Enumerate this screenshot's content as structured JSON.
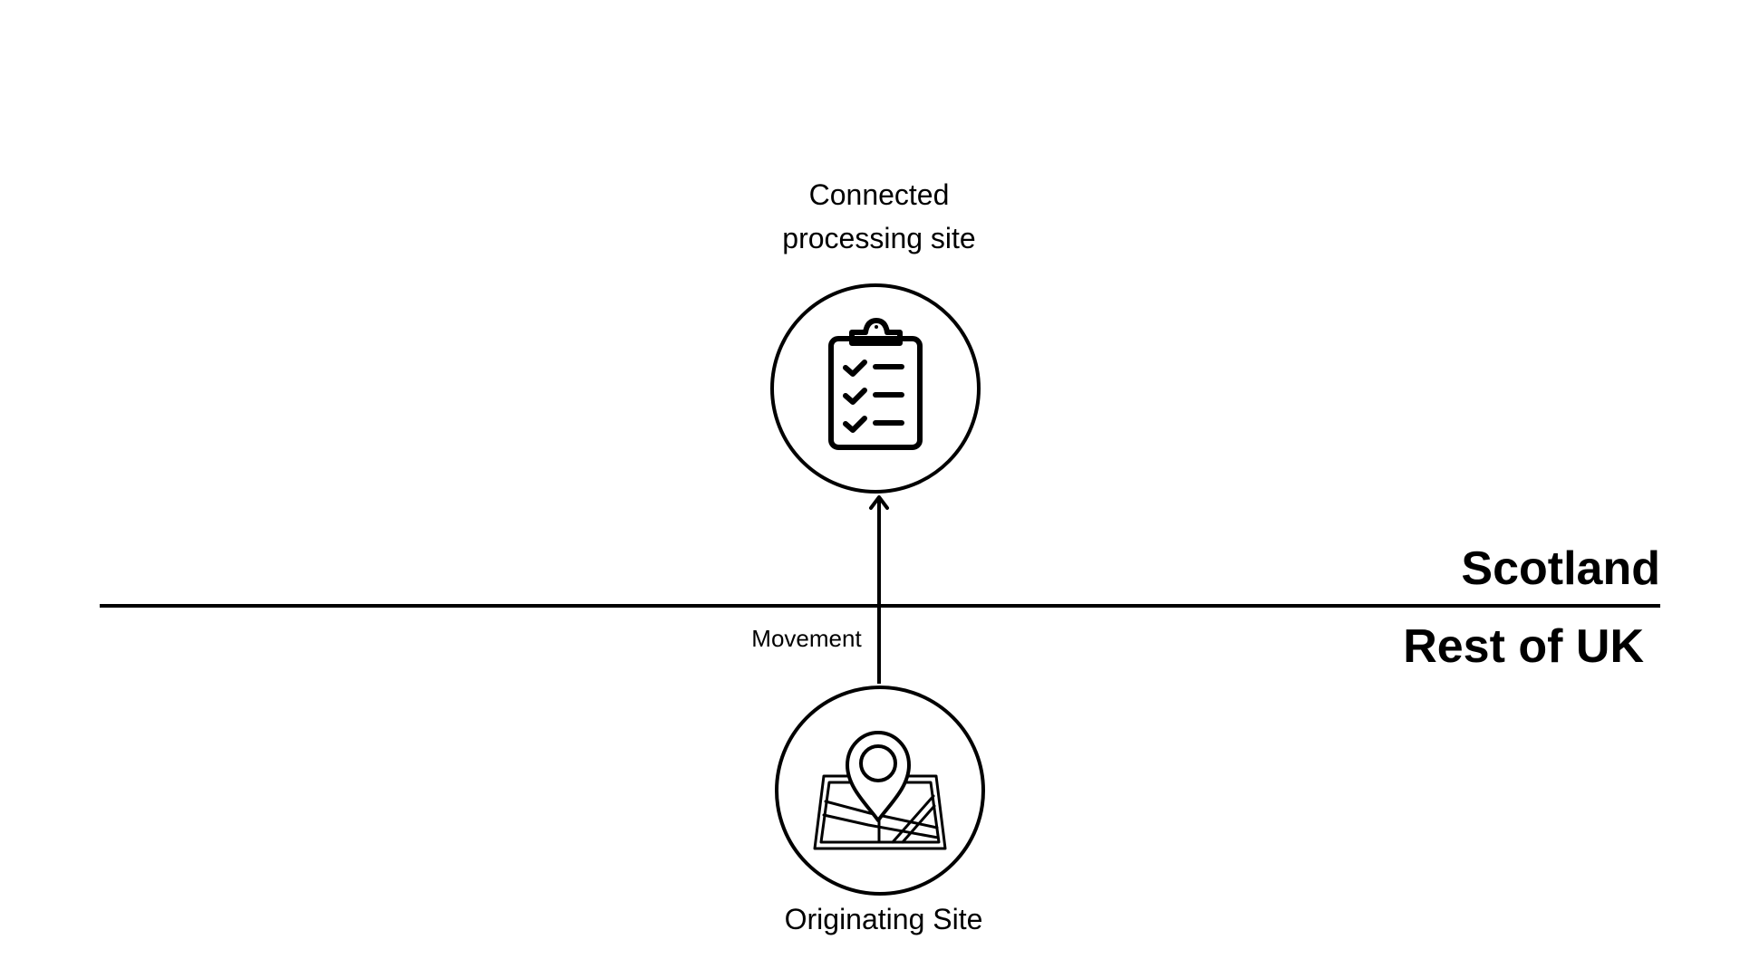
{
  "regions": {
    "upper": "Scotland",
    "lower": "Rest of UK"
  },
  "nodes": {
    "processing": {
      "title_line1": "Connected",
      "title_line2": "processing site",
      "icon": "clipboard-checklist-icon"
    },
    "origin": {
      "title": "Originating Site",
      "icon": "map-location-pin-icon"
    }
  },
  "edge": {
    "label": "Movement"
  },
  "colors": {
    "line": "#000000",
    "background": "#ffffff"
  }
}
